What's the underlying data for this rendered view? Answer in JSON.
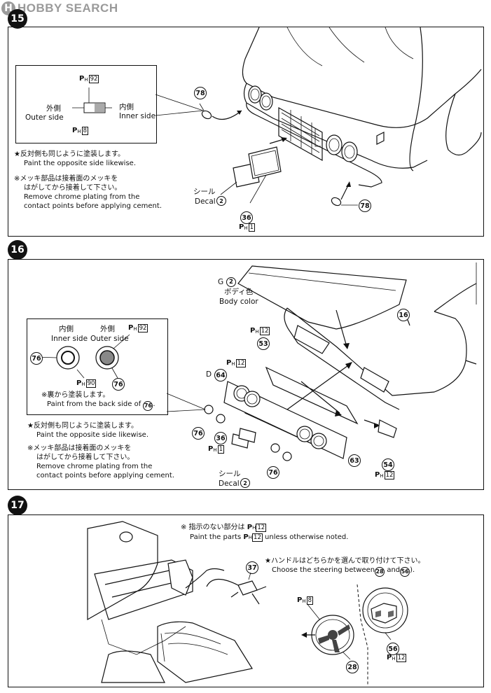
{
  "watermark": {
    "mark": "H",
    "text": "HOBBY SEARCH"
  },
  "step15": {
    "number": "15",
    "paint_code": {
      "p": "P",
      "h": "H",
      "num": "92"
    },
    "paint_code_outer": {
      "p": "P",
      "h": "H",
      "num": "8"
    },
    "inner_jp": "内側",
    "inner_en": "Inner side",
    "outer_jp": "外側",
    "outer_en": "Outer side",
    "note1_jp": "★反対側も同じように塗装します。",
    "note1_en": "Paint the opposite side likewise.",
    "note2_jp1": "※メッキ部品は接着面のメッキを",
    "note2_jp2": "はがしてから接着して下さい。",
    "note2_en1": "Remove chrome plating from the",
    "note2_en2": "contact points before applying cement.",
    "part78a": "78",
    "part78b": "78",
    "decal_jp": "シール",
    "decal_en": "Decal",
    "decal_num": "2",
    "part36": "36",
    "part36_paint": {
      "p": "P",
      "h": "H",
      "num": "1"
    }
  },
  "step16": {
    "number": "16",
    "g_label": "G",
    "g_num": "2",
    "body_jp": "ボディ色",
    "body_en": "Body color",
    "part16": "16",
    "p12a": {
      "p": "P",
      "h": "H",
      "num": "12"
    },
    "part53": "53",
    "p12b": {
      "p": "P",
      "h": "H",
      "num": "12"
    },
    "d_label": "D",
    "d_num": "64",
    "inner_jp": "内側",
    "inner_en": "Inner side",
    "outer_jp": "外側",
    "outer_en": "Outer side",
    "p92": {
      "p": "P",
      "h": "H",
      "num": "92"
    },
    "p90": {
      "p": "P",
      "h": "H",
      "num": "90"
    },
    "part76a": "76",
    "part76b": "76",
    "back_jp": "※裏から塗装します。",
    "back_en": "Paint from the back side of",
    "back_num": "76",
    "note1_jp": "★反対側も同じように塗装します。",
    "note1_en": "Paint the opposite side likewise.",
    "note2_jp1": "※メッキ部品は接着面のメッキを",
    "note2_jp2": "はがしてから接着して下さい。",
    "note2_en1": "Remove chrome plating from the",
    "note2_en2": "contact points before applying cement.",
    "part76c": "76",
    "part36": "36",
    "p1": {
      "p": "P",
      "h": "H",
      "num": "1"
    },
    "decal_jp": "シール",
    "decal_en": "Decal",
    "decal_num": "2",
    "part76d": "76",
    "part63": "63",
    "part54": "54",
    "p12c": {
      "p": "P",
      "h": "H",
      "num": "12"
    }
  },
  "step17": {
    "number": "17",
    "note1_jp": "※ 指示のない部分は",
    "note1_code": {
      "p": "P",
      "h": "H",
      "num": "12"
    },
    "note1_en_a": "Paint the parts",
    "note1_en_b": "unless otherwise noted.",
    "note2_jp": "★ハンドルはどちらかを選んで取り付けて下さい。",
    "note2_en_a": "Choose the steering between",
    "note2_en_b": "and",
    "note2_a": "28",
    "note2_b": "56",
    "part37": "37",
    "p8": {
      "p": "P",
      "h": "H",
      "num": "8"
    },
    "part28": "28",
    "part56": "56",
    "p12": {
      "p": "P",
      "h": "H",
      "num": "12"
    }
  }
}
